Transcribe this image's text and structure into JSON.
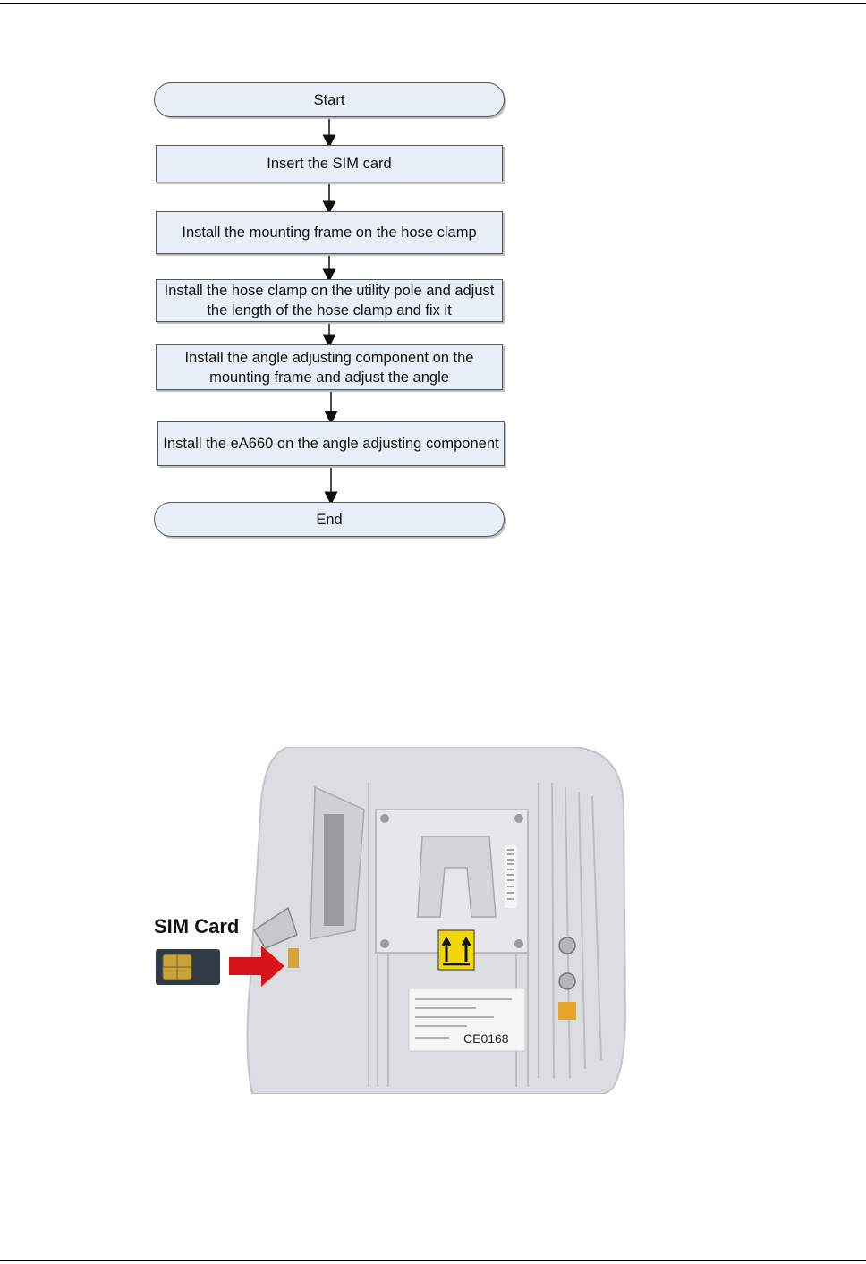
{
  "flowchart": {
    "steps": [
      {
        "id": "start",
        "label": "Start"
      },
      {
        "id": "step1",
        "label": "Insert the SIM card"
      },
      {
        "id": "step2",
        "label": "Install the mounting frame on the hose clamp"
      },
      {
        "id": "step3",
        "label": "Install the hose clamp on the utility pole and adjust the length of the hose clamp and fix it"
      },
      {
        "id": "step4",
        "label": "Install the angle adjusting component on the mounting frame and adjust the angle"
      },
      {
        "id": "step5",
        "label": "Install the eA660 on the angle adjusting component"
      },
      {
        "id": "end",
        "label": "End"
      }
    ]
  },
  "photo": {
    "callout_label": "SIM Card",
    "label_mark": "CE0168"
  },
  "colors": {
    "node_fill": "#e8eef8",
    "node_border": "#555555",
    "arrow": "#d8131a",
    "device": "#d9dadc"
  }
}
